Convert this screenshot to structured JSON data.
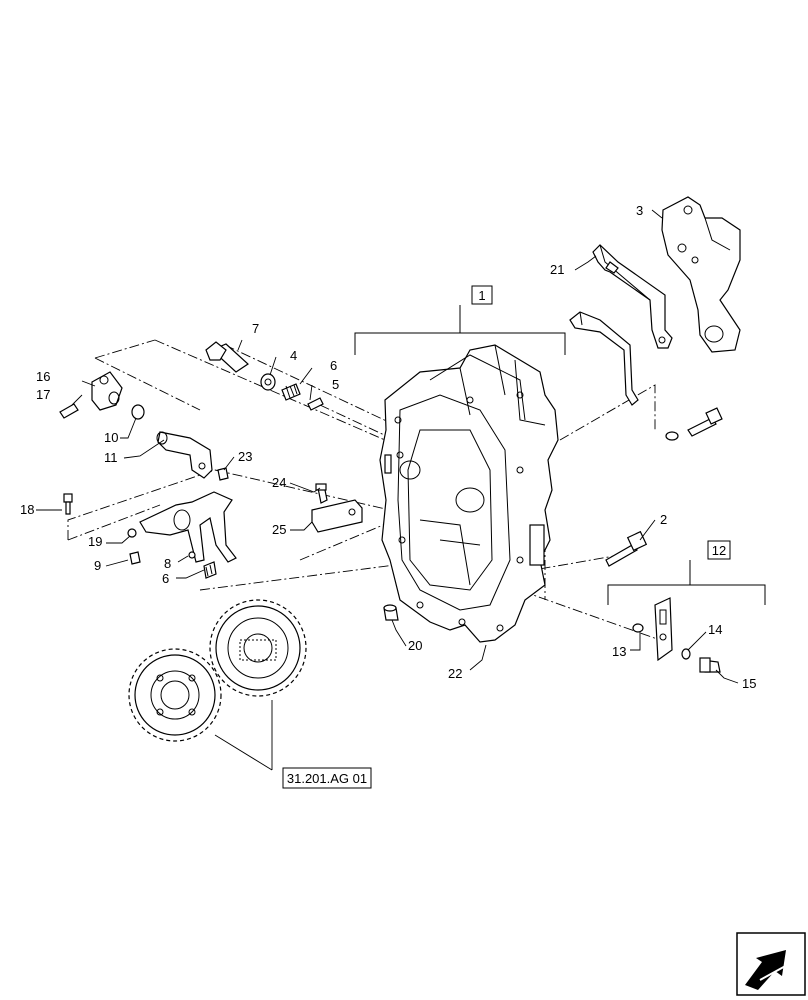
{
  "callouts": {
    "c1": "1",
    "c2": "2",
    "c3": "3",
    "c4": "4",
    "c5": "5",
    "c6a": "6",
    "c6b": "6",
    "c7": "7",
    "c8": "8",
    "c9": "9",
    "c10": "10",
    "c11": "11",
    "c12": "12",
    "c13": "13",
    "c14": "14",
    "c15": "15",
    "c16": "16",
    "c17": "17",
    "c18": "18",
    "c19": "19",
    "c20": "20",
    "c21": "21",
    "c22": "22",
    "c23": "23",
    "c24": "24",
    "c25": "25"
  },
  "reference": "31.201.AG 01",
  "icons": {
    "nav": "arrow-icon"
  }
}
